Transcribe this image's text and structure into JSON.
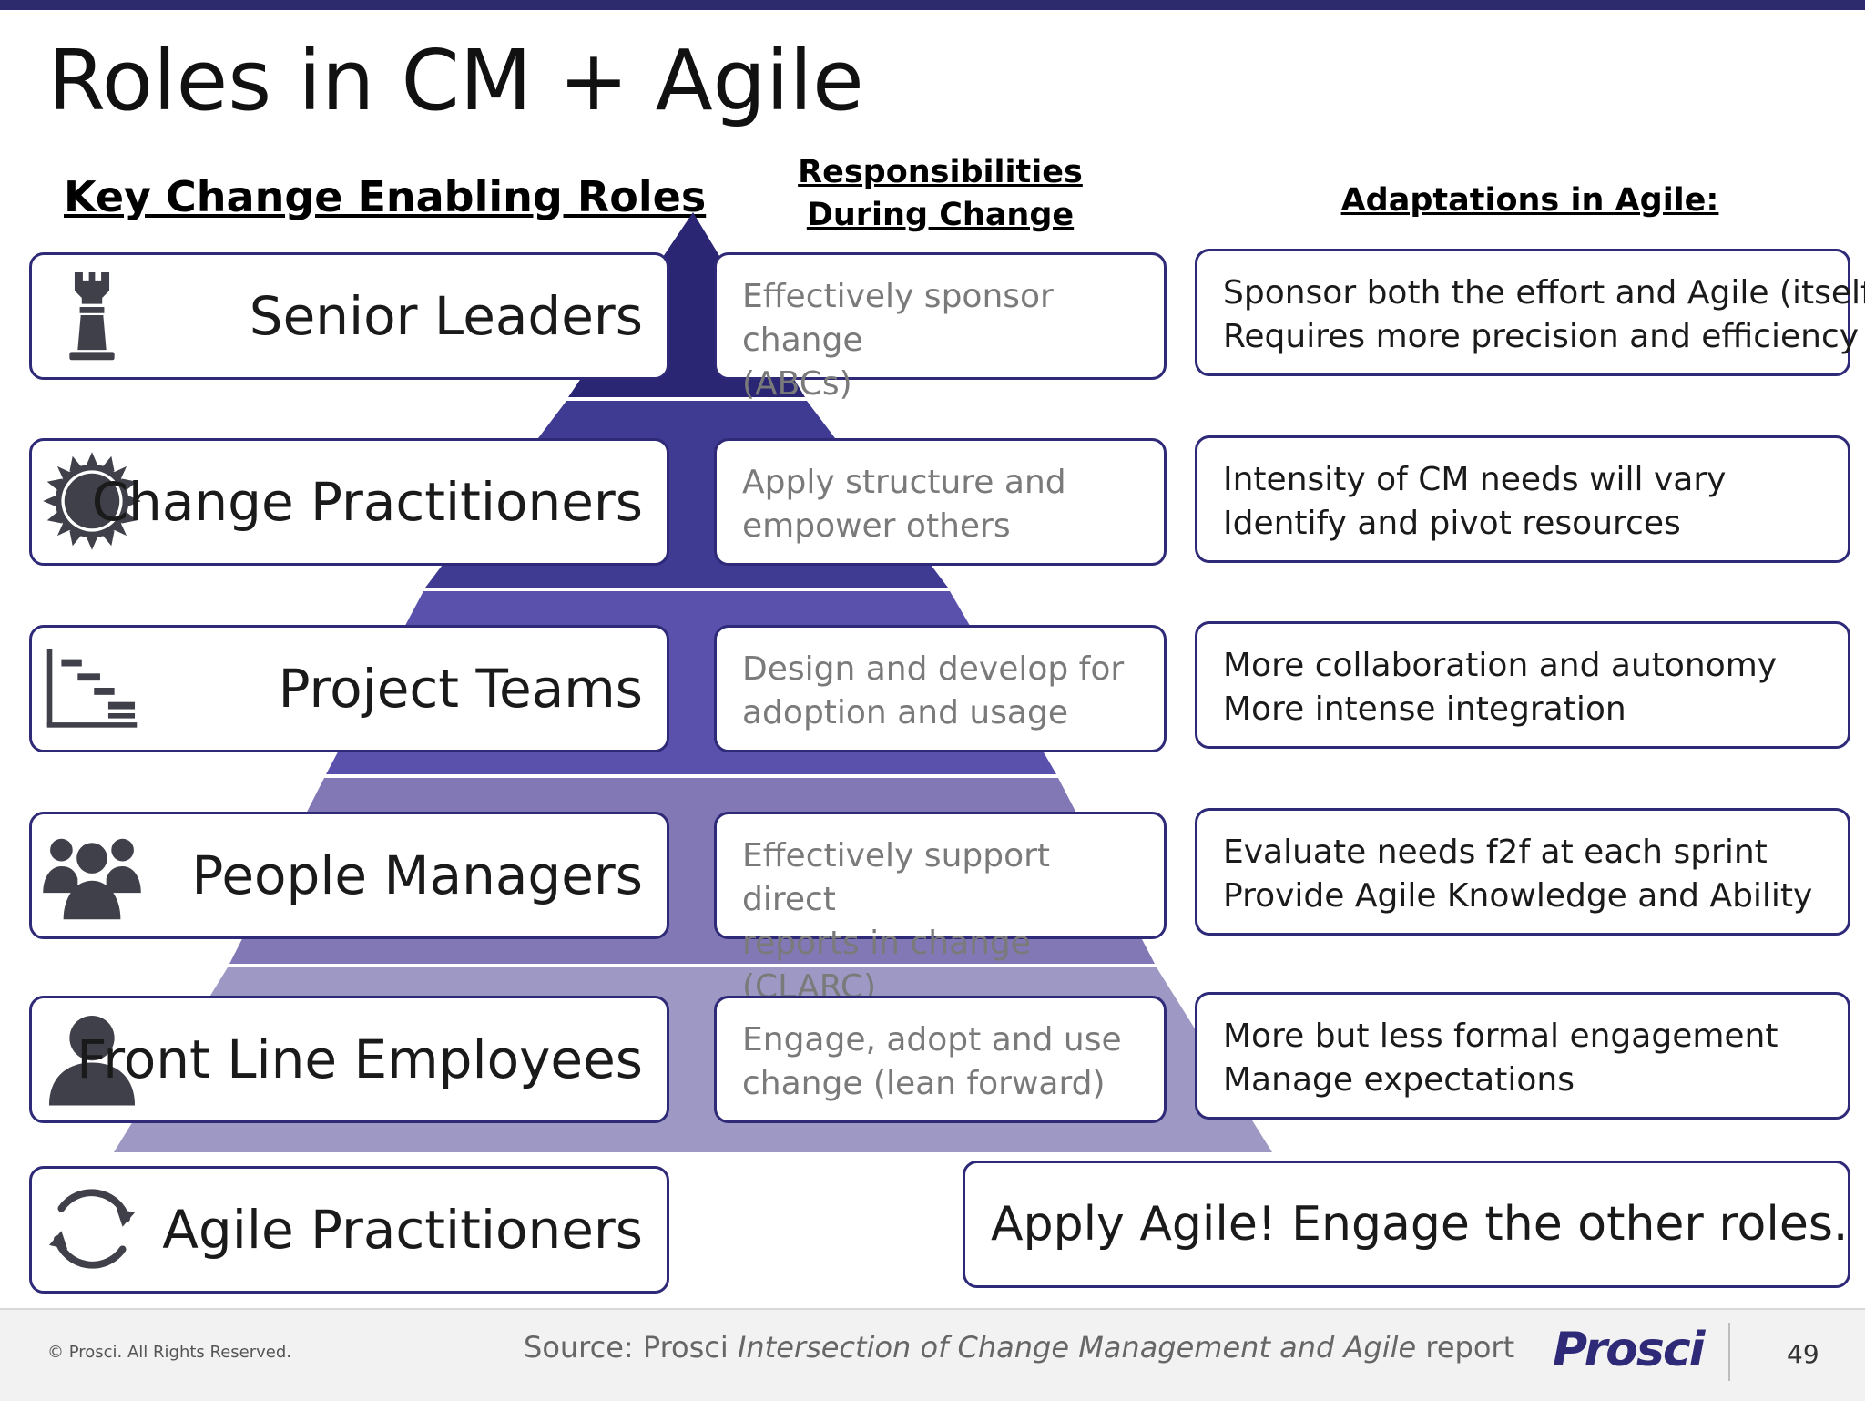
{
  "slide": {
    "title": "Roles in CM + Agile",
    "accent_color": "#2e2a6e"
  },
  "headers": {
    "roles": "Key Change Enabling Roles",
    "responsibilities_line1": "Responsibilities",
    "responsibilities_line2": "During Change",
    "adaptations": "Adaptations in Agile:"
  },
  "pyramid": {
    "tier_colors": [
      "#2a2673",
      "#3f3a92",
      "#5a51ad",
      "#8178b5",
      "#9d98c4"
    ]
  },
  "rows": [
    {
      "role": "Senior Leaders",
      "icon": "chess-rook-icon",
      "responsibility": [
        "Effectively sponsor change",
        "(ABCs)"
      ],
      "adaptation": [
        "Sponsor both the effort and Agile (itself)",
        "Requires more precision and efficiency"
      ]
    },
    {
      "role": "Change Practitioners",
      "icon": "gear-sun-icon",
      "responsibility": [
        "Apply structure and",
        "empower others"
      ],
      "adaptation": [
        "Intensity of CM needs will vary",
        "Identify and pivot resources"
      ]
    },
    {
      "role": "Project Teams",
      "icon": "gantt-chart-icon",
      "responsibility": [
        "Design and develop for",
        "adoption and usage"
      ],
      "adaptation": [
        "More collaboration and autonomy",
        "More intense integration"
      ]
    },
    {
      "role": "People Managers",
      "icon": "group-people-icon",
      "responsibility": [
        "Effectively support direct",
        "reports in change (CLARC)"
      ],
      "adaptation": [
        "Evaluate needs f2f at each sprint",
        "Provide Agile Knowledge and Ability"
      ]
    },
    {
      "role": "Front Line Employees",
      "icon": "person-icon",
      "responsibility": [
        "Engage, adopt and use",
        "change (lean forward)"
      ],
      "adaptation": [
        "More but less formal engagement",
        "Manage expectations"
      ]
    }
  ],
  "agile": {
    "role": "Agile Practitioners",
    "icon": "refresh-cycle-icon",
    "message": "Apply Agile! Engage the other roles."
  },
  "footer": {
    "copyright": "© Prosci. All Rights Reserved.",
    "source_prefix": "Source: Prosci ",
    "source_title": "Intersection of Change Management and Agile",
    "source_suffix": " report",
    "logo": "Prosci",
    "page_number": "49"
  }
}
